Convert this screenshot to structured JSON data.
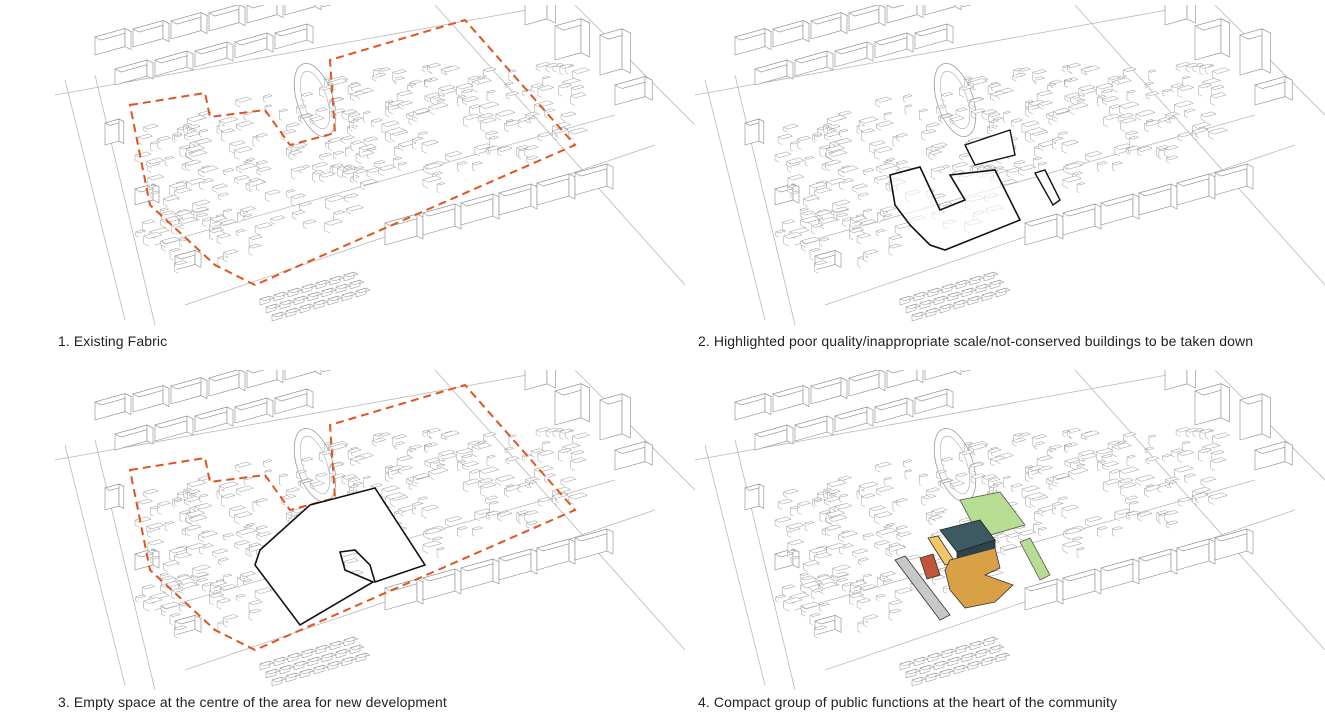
{
  "panels": [
    {
      "id": "p1",
      "caption": "1. Existing Fabric"
    },
    {
      "id": "p2",
      "caption": "2. Highlighted poor quality/inappropriate scale/not-conserved buildings to be taken down"
    },
    {
      "id": "p3",
      "caption": "3. Empty space at the centre of the area for new development"
    },
    {
      "id": "p4",
      "caption": "4. Compact group of public functions at the heart of the community"
    }
  ],
  "colors": {
    "boundary": "#e0551f",
    "line": "#8a8a8a",
    "outline": "#111111",
    "yellow": "#f2c566",
    "orange": "#d9a145",
    "slate": "#3d5a63",
    "green": "#b6dd92",
    "brick": "#c2563a",
    "grey": "#c8c8c8"
  }
}
